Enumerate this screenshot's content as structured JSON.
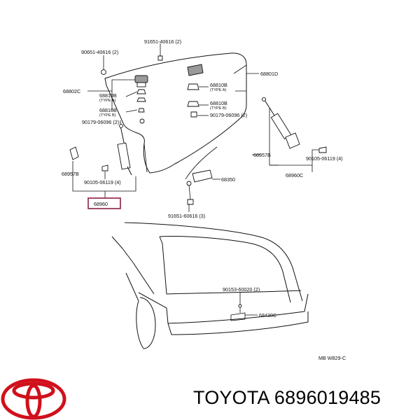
{
  "labels": {
    "p1": "91651-40616 (2)",
    "p2": "90651-40616 (2)",
    "p3": "68801D",
    "p4": "68802C",
    "p5": "68810B",
    "p5_type": "(TYPE A)",
    "p6": "68810B",
    "p6_type": "(TYPE B)",
    "p7": "90179-06096 (2)",
    "p8": "68810B",
    "p8_type": "(TYPE A)",
    "p9": "68810B",
    "p9_type": "(TYPE B)",
    "p10": "90179-06096 (2)",
    "p11": "68957B",
    "p12": "90105-06119 (4)",
    "p13": "68960",
    "p14": "68350",
    "p15": "91651-60616 (3)",
    "p16": "68957B",
    "p17": "90105-06119 (4)",
    "p18": "68960C",
    "p19": "90153-60020 (2)",
    "p20": "68430C",
    "diagram_code": "MB  W829-C"
  },
  "brand": {
    "logo_name": "Toyota",
    "footer_text": "TOYOTA 6896019485"
  },
  "colors": {
    "highlight": "#8b2040",
    "logo": "#d0101b"
  }
}
